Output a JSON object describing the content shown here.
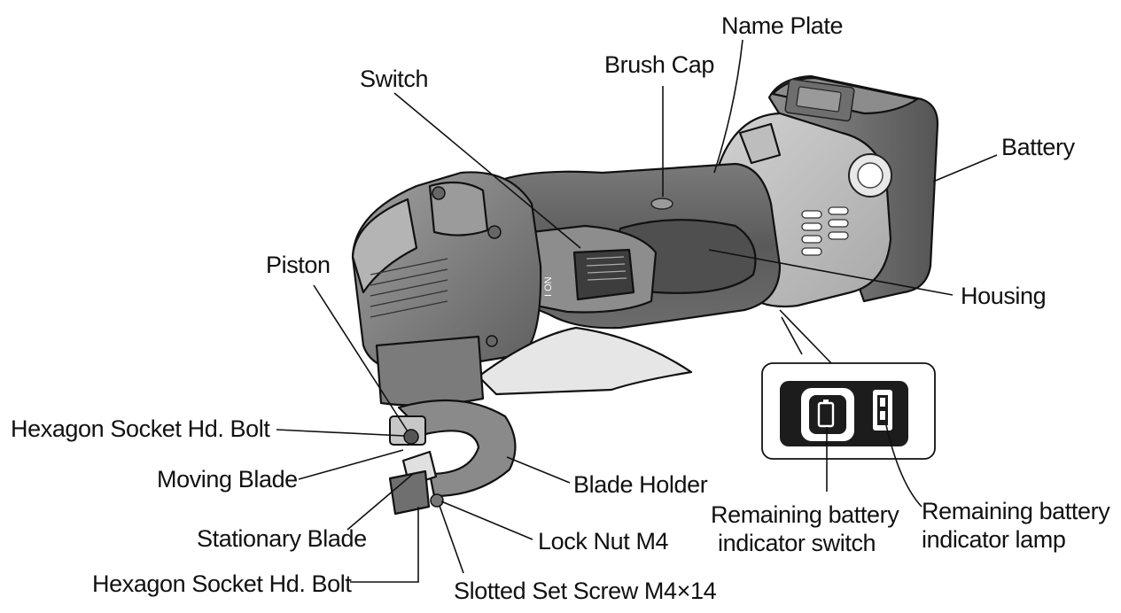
{
  "labels": {
    "name_plate": "Name Plate",
    "brush_cap": "Brush Cap",
    "switch": "Switch",
    "battery": "Battery",
    "piston": "Piston",
    "housing": "Housing",
    "hex_bolt_top": "Hexagon Socket Hd. Bolt",
    "moving_blade": "Moving Blade",
    "blade_holder": "Blade Holder",
    "stationary_blade": "Stationary Blade",
    "lock_nut": "Lock Nut M4",
    "hex_bolt_bottom": "Hexagon Socket Hd. Bolt",
    "slotted_set_screw": "Slotted Set Screw M4×14",
    "indicator_switch_line1": "Remaining battery",
    "indicator_switch_line2": "indicator switch",
    "indicator_lamp_line1": "Remaining battery",
    "indicator_lamp_line2": "indicator lamp"
  },
  "switch_marking": "I ON",
  "colors": {
    "background": "#ffffff",
    "line": "#111111",
    "housing_dark": "#585858",
    "housing_mid": "#8a8a8a",
    "housing_light": "#c4c4c4",
    "battery_body": "#6a6a6a",
    "panel_black": "#1c1c1c"
  }
}
